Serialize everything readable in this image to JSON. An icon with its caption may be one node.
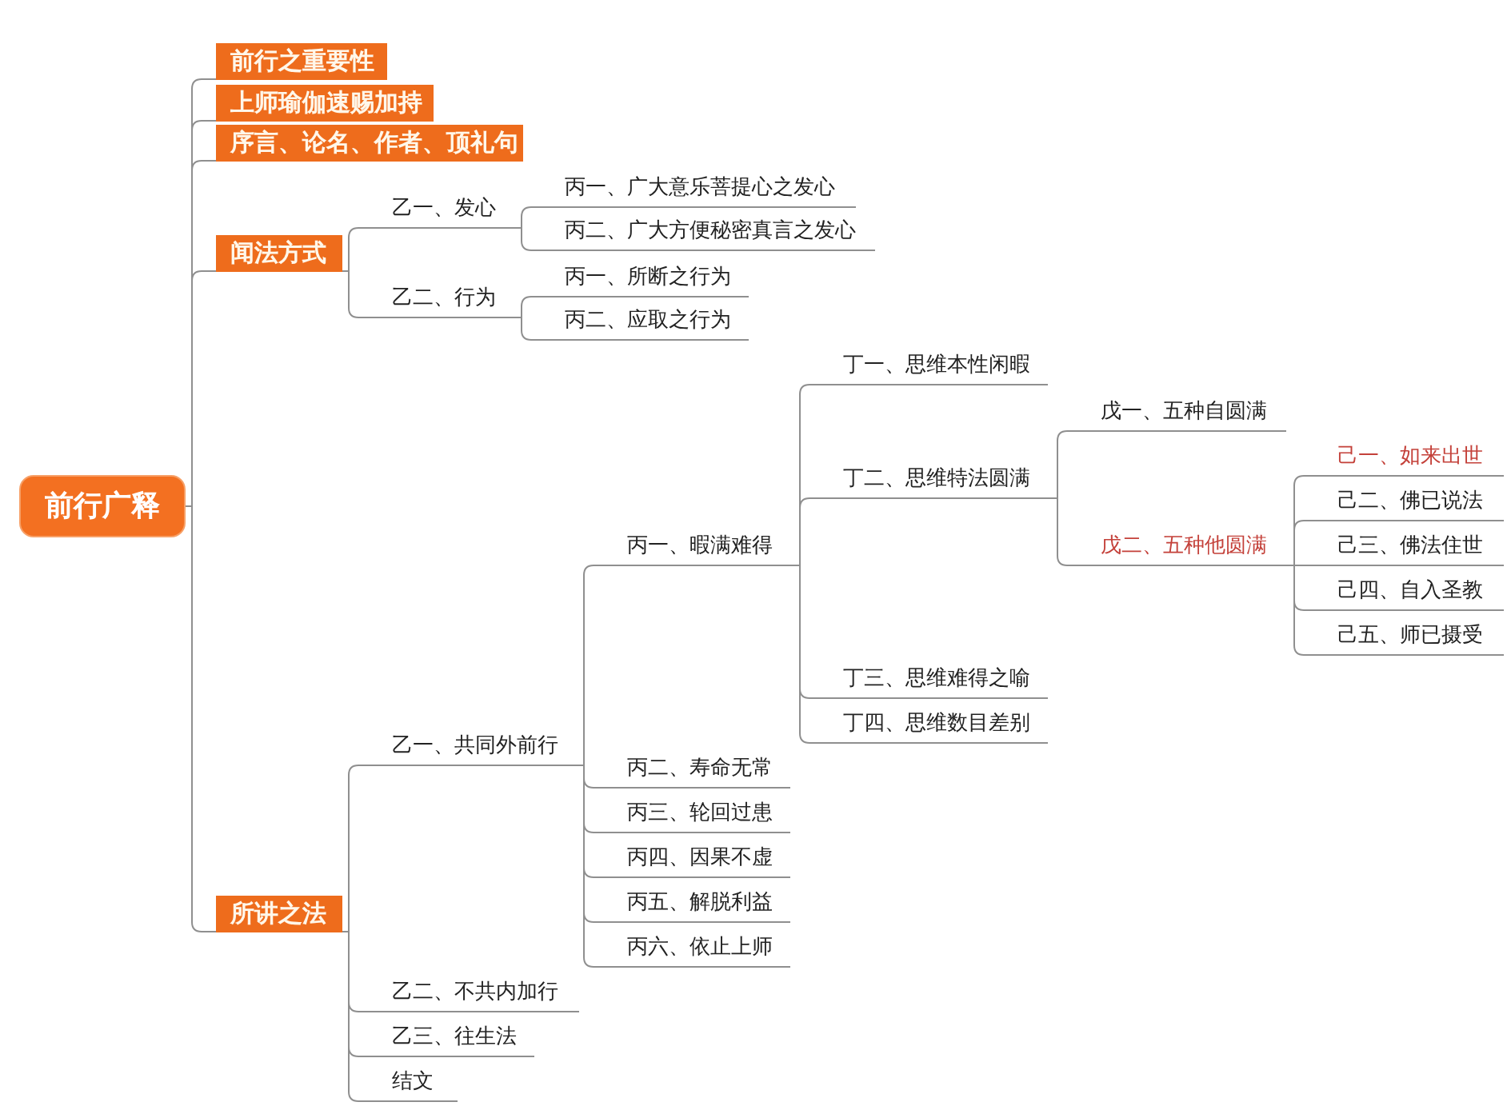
{
  "diagram": {
    "nodes": [
      {
        "text": [
          "前行广释"
        ]
      },
      {
        "text": [
          "前行之重要性"
        ]
      },
      {
        "text": [
          "上师瑜伽速赐加持"
        ]
      },
      {
        "text": [
          "序言、论名、作者、顶礼句"
        ]
      },
      {
        "text": [
          "闻法方式"
        ]
      },
      {
        "text": [
          "乙一、发心"
        ]
      },
      {
        "text": [
          "丙一、广大意乐菩提心之发心"
        ]
      },
      {
        "text": [
          "丙二、广大方便秘密真言之发心"
        ]
      },
      {
        "text": [
          "乙二、行为"
        ]
      },
      {
        "text": [
          "丙一、所断之行为"
        ]
      },
      {
        "text": [
          "丙二、应取之行为"
        ]
      },
      {
        "text": [
          "所讲之法"
        ]
      },
      {
        "text": [
          "乙一、共同外前行"
        ]
      },
      {
        "text": [
          "丙一、暇满难得"
        ]
      },
      {
        "text": [
          "丁一、思维本性闲暇"
        ]
      },
      {
        "text": [
          "丁二、思维特法圆满"
        ]
      },
      {
        "text": [
          "戊一、五种自圆满"
        ]
      },
      {
        "text": [
          "戊二、五种他圆满"
        ]
      },
      {
        "text": [
          "己一、如来出世"
        ]
      },
      {
        "text": [
          "己二、佛已说法"
        ]
      },
      {
        "text": [
          "己三、佛法住世"
        ]
      },
      {
        "text": [
          "己四、自入圣教"
        ]
      },
      {
        "text": [
          "己五、师已摄受"
        ]
      },
      {
        "text": [
          "丁三、思维难得之喻"
        ]
      },
      {
        "text": [
          "丁四、思维数目差别"
        ]
      },
      {
        "text": [
          "丙二、寿命无常"
        ]
      },
      {
        "text": [
          "丙三、轮回过患"
        ]
      },
      {
        "text": [
          "丙四、因果不虚"
        ]
      },
      {
        "text": [
          "丙五、解脱利益"
        ]
      },
      {
        "text": [
          "丙六、依止上师"
        ]
      },
      {
        "text": [
          "乙二、不共内加行"
        ]
      },
      {
        "text": [
          "乙三、往生法"
        ]
      },
      {
        "text": [
          "结文"
        ]
      }
    ],
    "edges": [
      {
        "from": 0,
        "to": 1,
        "arrow": "none"
      },
      {
        "from": 0,
        "to": 2,
        "arrow": "none"
      },
      {
        "from": 0,
        "to": 3,
        "arrow": "none"
      },
      {
        "from": 0,
        "to": 4,
        "arrow": "none"
      },
      {
        "from": 0,
        "to": 11,
        "arrow": "none"
      },
      {
        "from": 4,
        "to": 5,
        "arrow": "none"
      },
      {
        "from": 4,
        "to": 8,
        "arrow": "none"
      },
      {
        "from": 5,
        "to": 6,
        "arrow": "none"
      },
      {
        "from": 5,
        "to": 7,
        "arrow": "none"
      },
      {
        "from": 8,
        "to": 9,
        "arrow": "none"
      },
      {
        "from": 8,
        "to": 10,
        "arrow": "none"
      },
      {
        "from": 11,
        "to": 12,
        "arrow": "none"
      },
      {
        "from": 11,
        "to": 30,
        "arrow": "none"
      },
      {
        "from": 11,
        "to": 31,
        "arrow": "none"
      },
      {
        "from": 11,
        "to": 32,
        "arrow": "none"
      },
      {
        "from": 12,
        "to": 13,
        "arrow": "none"
      },
      {
        "from": 12,
        "to": 25,
        "arrow": "none"
      },
      {
        "from": 12,
        "to": 26,
        "arrow": "none"
      },
      {
        "from": 12,
        "to": 27,
        "arrow": "none"
      },
      {
        "from": 12,
        "to": 28,
        "arrow": "none"
      },
      {
        "from": 12,
        "to": 29,
        "arrow": "none"
      },
      {
        "from": 13,
        "to": 14,
        "arrow": "none"
      },
      {
        "from": 13,
        "to": 15,
        "arrow": "none"
      },
      {
        "from": 13,
        "to": 23,
        "arrow": "none"
      },
      {
        "from": 13,
        "to": 24,
        "arrow": "none"
      },
      {
        "from": 15,
        "to": 16,
        "arrow": "none"
      },
      {
        "from": 15,
        "to": 17,
        "arrow": "none"
      },
      {
        "from": 17,
        "to": 18,
        "arrow": "none"
      },
      {
        "from": 17,
        "to": 19,
        "arrow": "none"
      },
      {
        "from": 17,
        "to": 20,
        "arrow": "none"
      },
      {
        "from": 17,
        "to": 21,
        "arrow": "none"
      },
      {
        "from": 17,
        "to": 22,
        "arrow": "none"
      }
    ]
  }
}
